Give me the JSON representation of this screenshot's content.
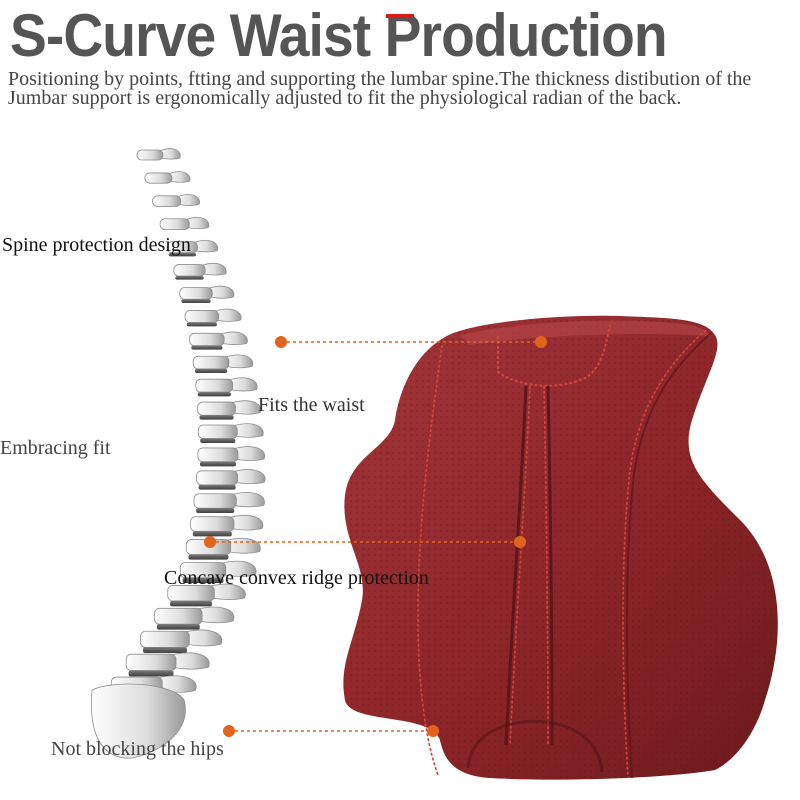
{
  "title": "S-Curve Waist Production",
  "description": "Positioning by points, ftting and supporting the lumbar spine.The thickness distibution of the Jumbar support is ergonomically adjusted to fit the physiological radian of the back.",
  "labels": {
    "spine_protection": "Spine  protection design",
    "embracing_fit": "Embracing fit",
    "fits_waist": "Fits the waist",
    "concave_convex": "Concave convex ridge protection",
    "not_blocking_hips": "Not blocking the hips"
  },
  "colors": {
    "title": "#555555",
    "title_accent": "#e0171b",
    "callout": "#e0641e",
    "cushion": "#8c2528",
    "cushion_stitch": "#d2453e",
    "bone": "#e2e2e2",
    "bone_shadow": "#8f8f8f",
    "disc": "#5f5f5f"
  },
  "icons": {
    "spine": "spine-illustration",
    "cushion": "lumbar-cushion-illustration",
    "callout_dot": "orange-dot-icon"
  }
}
